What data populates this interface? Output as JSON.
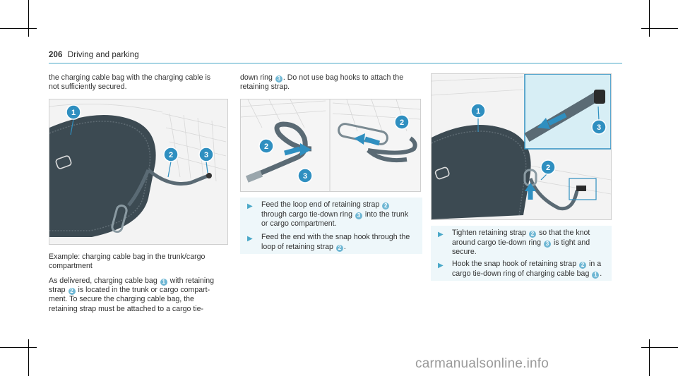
{
  "header": {
    "page_number": "206",
    "section": "Driving and parking"
  },
  "col1": {
    "intro_line1": "the charging cable bag with the charging cable is",
    "intro_line2": "not sufficiently secured.",
    "caption_line1": "Example: charging cable bag in the trunk/cargo",
    "caption_line2": "compartment",
    "p1_a": "As delivered, charging cable bag",
    "p1_b": "with retaining",
    "p2_a": "strap",
    "p2_b": "is located in the trunk or cargo compart-",
    "p3": "ment. To secure the charging cable bag, the",
    "p4": "retaining strap must be attached to a cargo tie-"
  },
  "col2": {
    "intro1_a": "down ring",
    "intro1_b": ". Do not use bag hooks to attach the",
    "intro2": "retaining strap.",
    "step1_a": "Feed the loop end of retaining strap",
    "step1_b_a": "through cargo tie-down ring",
    "step1_b_b": "into the trunk",
    "step1_c": "or cargo compartment.",
    "step2_a": "Feed the end with the snap hook through the",
    "step2_b": "loop of retaining strap"
  },
  "col3": {
    "step1_a": "Tighten retaining strap",
    "step1_a2": "so that the knot",
    "step1_b_a": "around cargo tie-down ring",
    "step1_b_b": "is tight and",
    "step1_c": "secure.",
    "step2_a": "Hook the snap hook of retaining strap",
    "step2_a2": "in a",
    "step2_b": "cargo tie-down ring of charging cable bag"
  },
  "badges": {
    "n1": "1",
    "n2": "2",
    "n3": "3"
  },
  "bullet": "▶",
  "period": ".",
  "watermark": "carmanualsonline.info",
  "colors": {
    "accent": "#4aa8c8",
    "badge": "#6fb7d4",
    "step_bg": "#eef7fa",
    "bag": "#3c4a52",
    "callout": "#2f8fc0"
  }
}
